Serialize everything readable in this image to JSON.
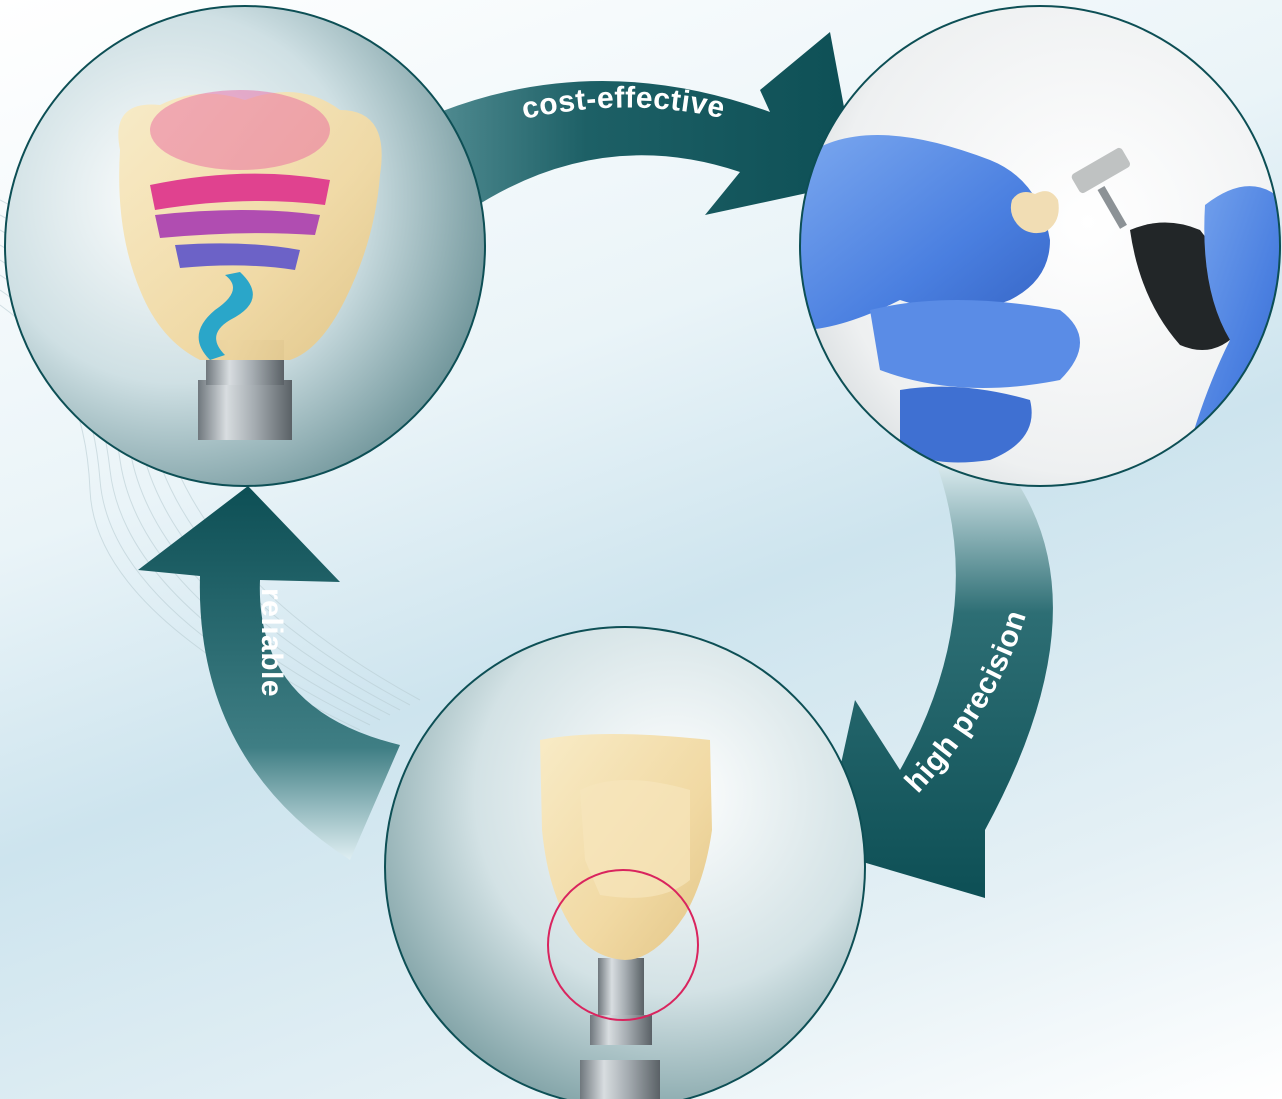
{
  "labels": {
    "top": "cost-effective",
    "right": "high precision",
    "left": "reliable"
  },
  "images": {
    "top_left": "crown-with-spiral-icon",
    "top_right": "gloved-hands-polishing-crown",
    "bottom": "crown-on-abutment-with-highlight"
  },
  "colors": {
    "arrow": "#0d4f55",
    "circle_border": "#0d4f55",
    "highlight_ring": "#d9245e",
    "glove": "#4a7fe0",
    "crown": "#f3dfae",
    "metal": "#9aa3aa"
  }
}
